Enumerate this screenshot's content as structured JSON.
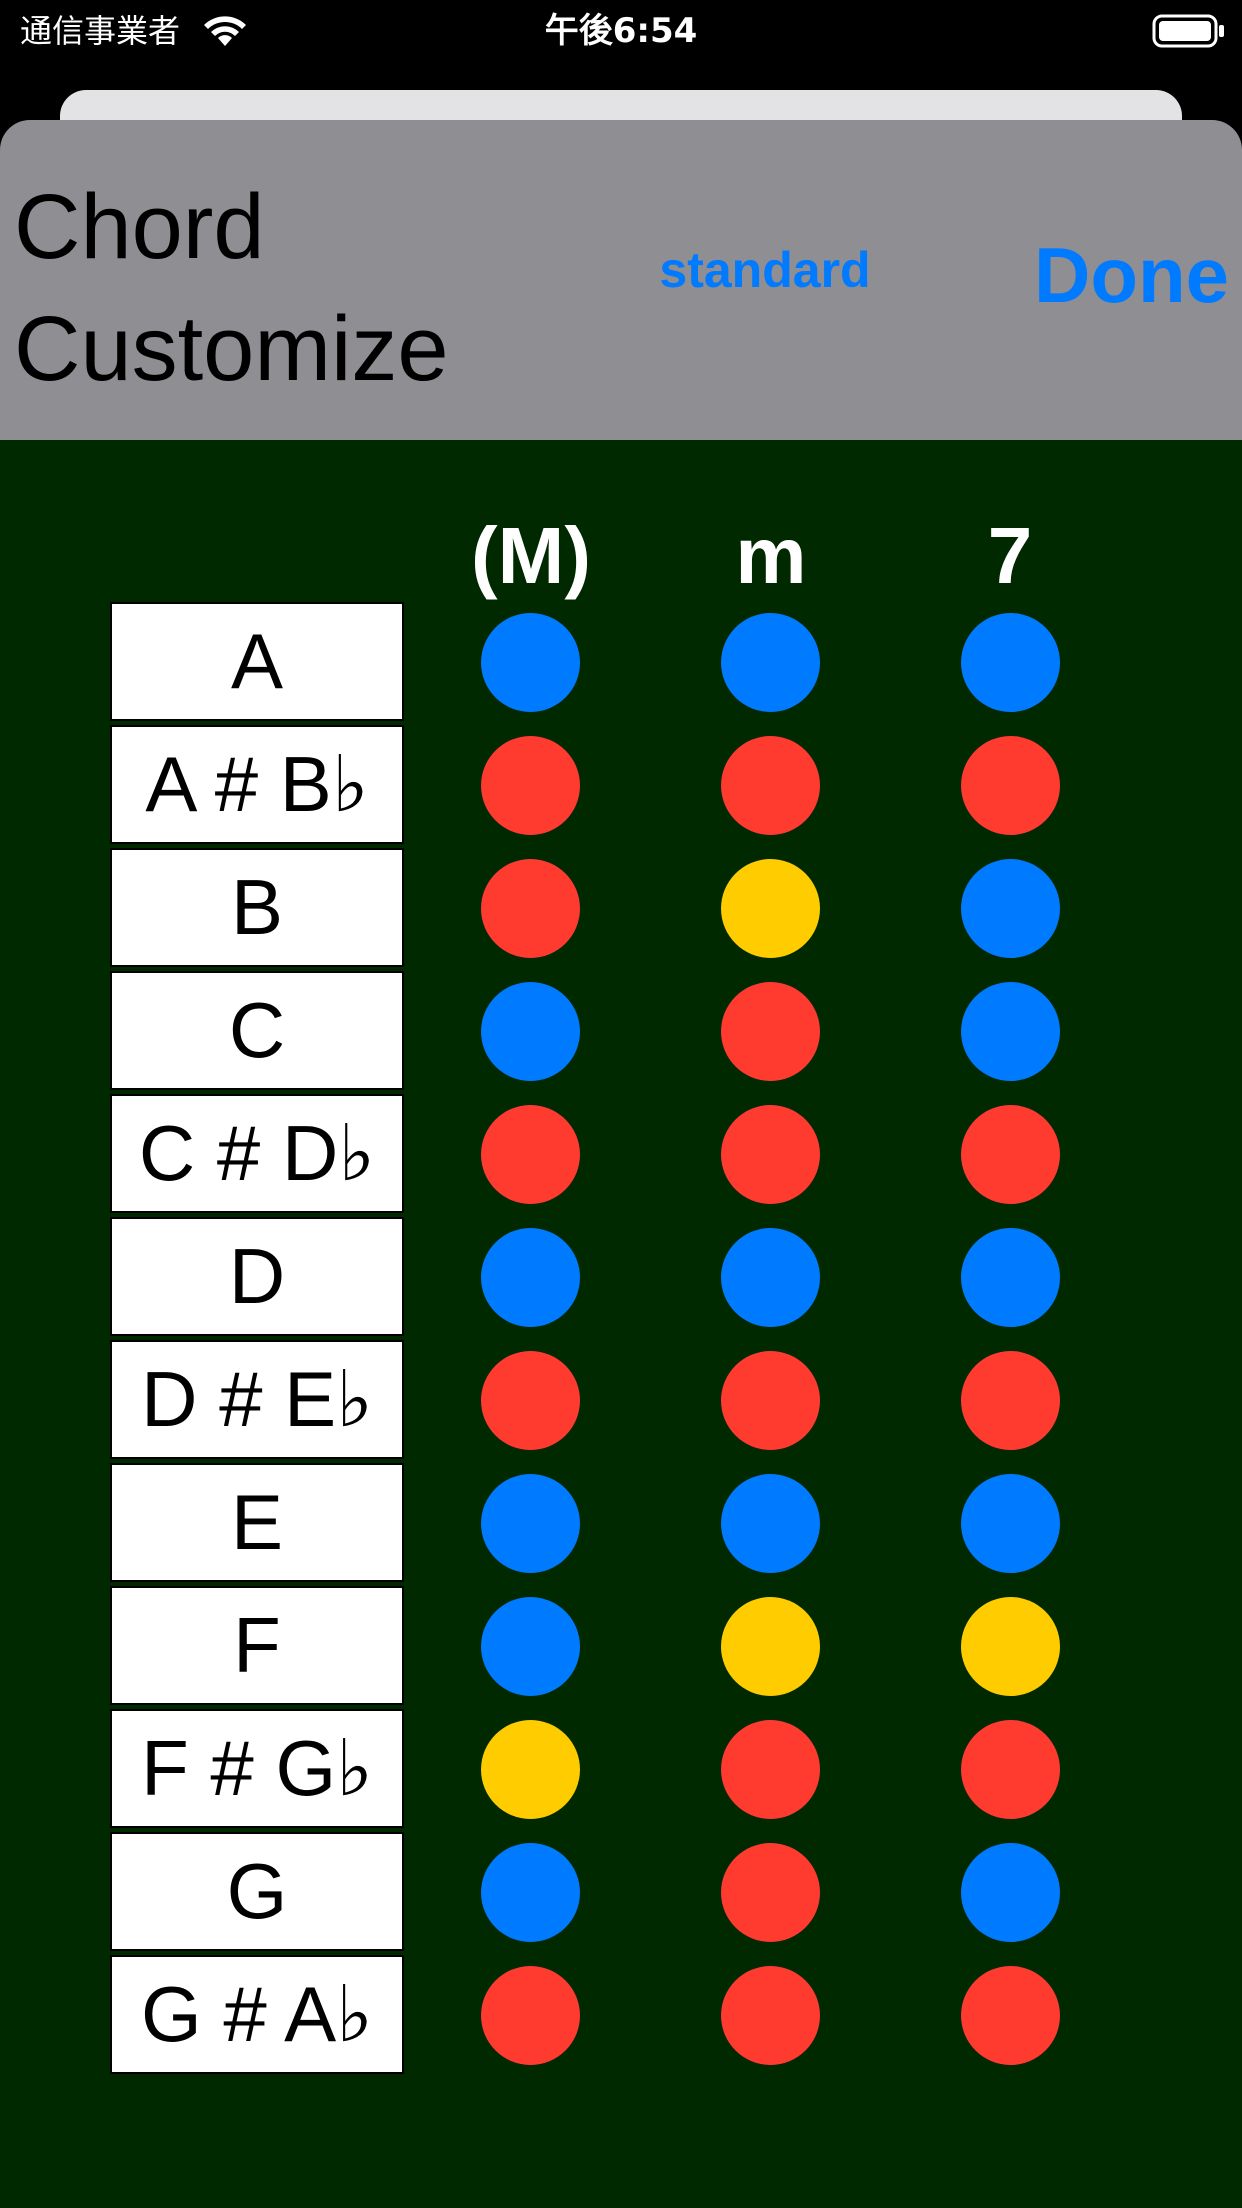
{
  "status_bar": {
    "carrier": "通信事業者",
    "time": "午後6:54",
    "icons": [
      "wifi-icon",
      "battery-icon"
    ]
  },
  "header": {
    "title_line1": "Chord",
    "title_line2": "Customize",
    "standard_label": "standard",
    "done_label": "Done"
  },
  "columns": [
    "(M)",
    "m",
    "7"
  ],
  "colors": {
    "blue": "#007aff",
    "red": "#ff3b30",
    "yellow": "#ffcc00",
    "header_bg": "#8e8e93",
    "sheet_bg": "#002900"
  },
  "rows": [
    {
      "note": "A",
      "dots": [
        "blue",
        "blue",
        "blue"
      ]
    },
    {
      "note": "A # B♭",
      "dots": [
        "red",
        "red",
        "red"
      ]
    },
    {
      "note": "B",
      "dots": [
        "red",
        "yellow",
        "blue"
      ]
    },
    {
      "note": "C",
      "dots": [
        "blue",
        "red",
        "blue"
      ]
    },
    {
      "note": "C # D♭",
      "dots": [
        "red",
        "red",
        "red"
      ]
    },
    {
      "note": "D",
      "dots": [
        "blue",
        "blue",
        "blue"
      ]
    },
    {
      "note": "D # E♭",
      "dots": [
        "red",
        "red",
        "red"
      ]
    },
    {
      "note": "E",
      "dots": [
        "blue",
        "blue",
        "blue"
      ]
    },
    {
      "note": "F",
      "dots": [
        "blue",
        "yellow",
        "yellow"
      ]
    },
    {
      "note": "F # G♭",
      "dots": [
        "yellow",
        "red",
        "red"
      ]
    },
    {
      "note": "G",
      "dots": [
        "blue",
        "red",
        "blue"
      ]
    },
    {
      "note": "G # A♭",
      "dots": [
        "red",
        "red",
        "red"
      ]
    }
  ]
}
